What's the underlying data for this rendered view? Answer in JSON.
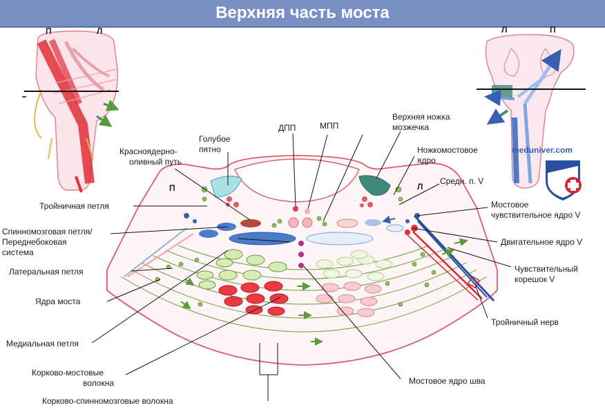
{
  "title": "Верхняя часть моста",
  "side_marks": {
    "left_thumb_p": "П",
    "left_thumb_l": "Л",
    "right_thumb_l": "Л",
    "right_thumb_p": "П",
    "section_p": "П",
    "section_l": "Л"
  },
  "watermark": "meduniver.com",
  "labels": {
    "dpp": "ДПП",
    "mpp": "МПП",
    "blue_spot": [
      "Голубое",
      "пятно"
    ],
    "rubro_olivary": [
      "Красноядерно-",
      "оливный путь"
    ],
    "sup_cerebellar_peduncle": [
      "Верхняя ножка",
      "мозжечка"
    ],
    "pedunculopontine": [
      "Ножкомостовое",
      "ядро"
    ],
    "mid_v": "Средн. п. V",
    "trigeminal_lemniscus": "Тройничная петля",
    "spinal_lemniscus": [
      "Спинномозговая петля/",
      "Переднебоковая",
      "система"
    ],
    "lateral_lemniscus": "Латеральная петля",
    "pontine_nuclei": "Ядра моста",
    "medial_lemniscus": "Медиальная петля",
    "corticopontine": [
      "Корково-мостовые",
      "волокна"
    ],
    "corticospinal": "Корково-спинномозговые волокна",
    "raphe_nucleus": "Мостовое ядро шва",
    "pontine_sensory_v": [
      "Мостовое",
      "чувствительное ядро V"
    ],
    "motor_v": "Двигательное ядро V",
    "sensory_root_v": [
      "Чувствительный",
      "корешок V"
    ],
    "trigeminal_nerve": "Тройничный нерв"
  },
  "colors": {
    "title_bg": "#7a8fc4",
    "pons_outline": "#e05a6a",
    "fibers_green": "#6a9a3a",
    "blue_tract": "#4a7cc9",
    "red_tract": "#d8242f",
    "teal_nucleus": "#3f8a7a"
  }
}
